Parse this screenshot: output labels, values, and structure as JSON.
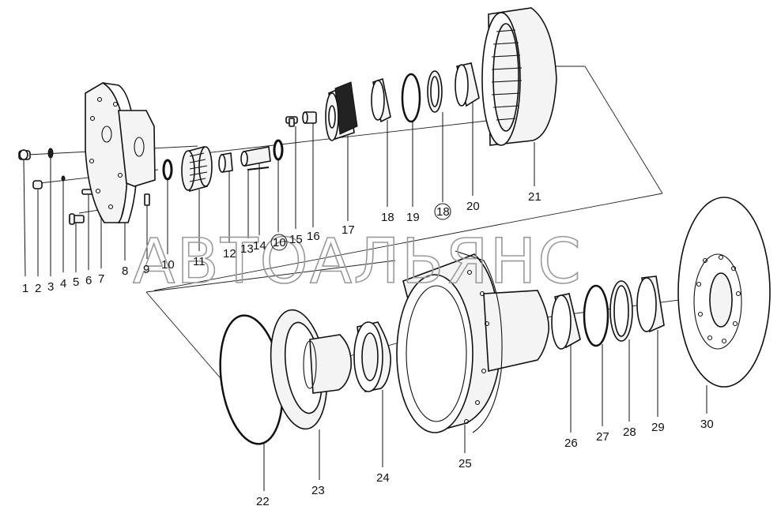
{
  "watermark": "АВТОАЛЬЯНС",
  "labels": {
    "p1": "1",
    "p2": "2",
    "p3": "3",
    "p4": "4",
    "p5": "5",
    "p6": "6",
    "p7": "7",
    "p8": "8",
    "p9": "9",
    "p10a": "10",
    "p11": "11",
    "p12": "12",
    "p13": "13",
    "p14": "14",
    "p10b": "10",
    "p15": "15",
    "p16": "16",
    "p17": "17",
    "p18a": "18",
    "p19": "19",
    "p18b": "18",
    "p20": "20",
    "p21": "21",
    "p22": "22",
    "p23": "23",
    "p24": "24",
    "p25": "25",
    "p26": "26",
    "p27": "27",
    "p28": "28",
    "p29": "29",
    "p30": "30"
  }
}
